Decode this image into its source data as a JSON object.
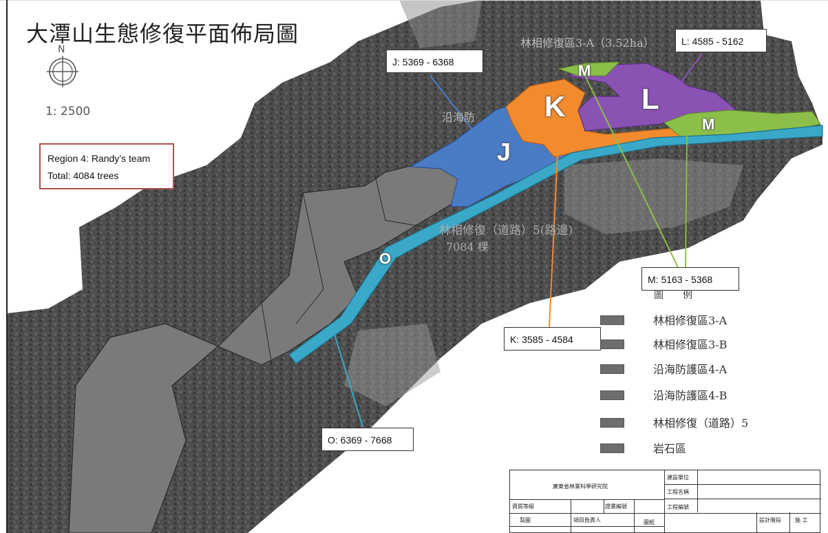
{
  "map": {
    "title": "大潭山生態修復平面佈局圖",
    "compass_letter": "N",
    "scale": "1: 2500"
  },
  "info_box": {
    "line1": "Region 4: Randy’s team",
    "line2": "Total: 4084 trees"
  },
  "zones": [
    {
      "letter": "J",
      "callout": "J: 5369 - 6368",
      "color": "#4a7cc6"
    },
    {
      "letter": "K",
      "callout": "K: 3585 - 4584",
      "color": "#f28a2e"
    },
    {
      "letter": "L",
      "callout": "L: 4585 - 5162",
      "color": "#8a52b3"
    },
    {
      "letter": "M",
      "callout": "M: 5163 - 5368",
      "color": "#8cbf4a"
    },
    {
      "letter": "O",
      "callout": "O: 6369 - 7668",
      "color": "#3aa8c8"
    }
  ],
  "legend": {
    "heading": "圖　　例",
    "items": [
      "林相修復區3-A",
      "林相修復區3-B",
      "沿海防護區4-A",
      "沿海防護區4-B",
      "林相修復（道路）5",
      "岩石區"
    ]
  },
  "background_text": {
    "forest_3a": "林相修復區3-A（3.52ha）",
    "coastal": "沿海防",
    "road5_line1": "林相修復（道路）5(路邊)",
    "road5_line2": "7084 棵"
  },
  "title_block": {
    "institute": "廣東省林業科學研究院",
    "build_unit": "建設單位",
    "project_name": "工程名稱",
    "project_no": "工程編號",
    "qualification": "資質等級",
    "cert_no": "證書編號",
    "drawing": "製圖",
    "project_lead": "項目負責人",
    "sheet": "圖紙",
    "design_stage": "設計階段",
    "construction": "施 工"
  }
}
